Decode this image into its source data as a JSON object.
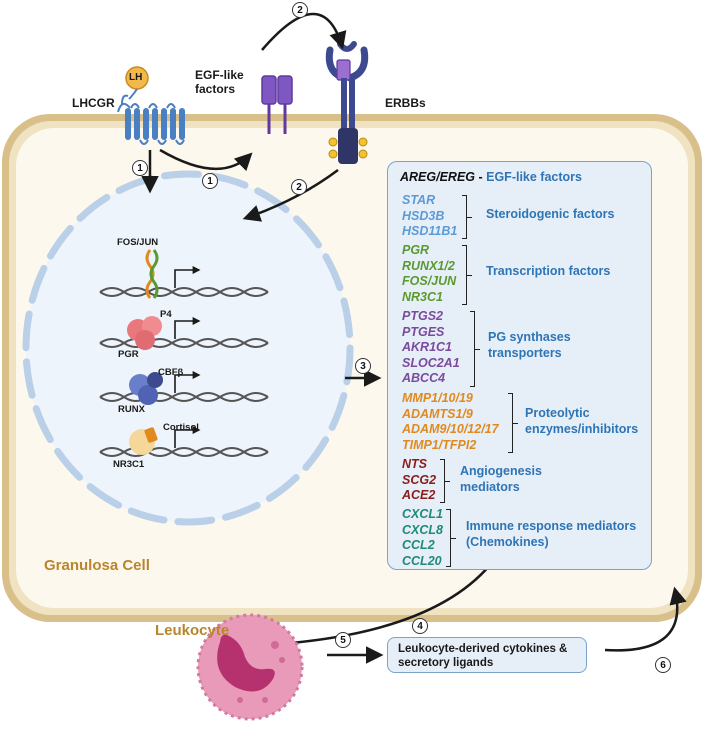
{
  "labels": {
    "lh": "LH",
    "lhcgr": "LHCGR",
    "egf_like": "EGF-like\nfactors",
    "erbbs": "ERBBs",
    "granulosa_cell": "Granulosa Cell",
    "leukocyte": "Leukocyte",
    "fos_jun": "FOS/JUN",
    "p4": "P4",
    "pgr": "PGR",
    "cbfb": "CBFβ",
    "runx": "RUNX",
    "cortisol": "Cortisol",
    "nr3c1": "NR3C1"
  },
  "step_numbers": [
    "1",
    "1",
    "2",
    "2",
    "3",
    "4",
    "5",
    "6"
  ],
  "panel": {
    "header_italic": "AREG/EREG",
    "header_dash": " - ",
    "header_rest": "EGF-like factors",
    "groups": [
      {
        "genes": [
          "STAR",
          "HSD3B",
          "HSD11B1"
        ],
        "title": "Steroidogenic factors",
        "color": "#5b9bd5"
      },
      {
        "genes": [
          "PGR",
          "RUNX1/2",
          "FOS/JUN",
          "NR3C1"
        ],
        "title": "Transcription factors",
        "color": "#5a9a2e"
      },
      {
        "genes": [
          "PTGS2",
          "PTGES",
          "AKR1C1",
          "SLOC2A1",
          "ABCC4"
        ],
        "title": "PG synthases\ntransporters",
        "color": "#7a4a9c"
      },
      {
        "genes": [
          "MMP1/10/19",
          "ADAMTS1/9",
          "ADAM9/10/12/17",
          "TIMP1/TFPI2"
        ],
        "title": "Proteolytic\nenzymes/inhibitors",
        "color": "#e08a1e"
      },
      {
        "genes": [
          "NTS",
          "SCG2",
          "ACE2"
        ],
        "title": "Angiogenesis\nmediators",
        "color": "#8a1d1d"
      },
      {
        "genes": [
          "CXCL1",
          "CXCL8",
          "CCL2",
          "CCL20"
        ],
        "title": "Immune response mediators\n(Chemokines)",
        "color": "#1f8a7a"
      }
    ]
  },
  "cytokines_box": "Leukocyte-derived cytokines &\nsecretory ligands",
  "colors": {
    "cell_outer": "#d9c08a",
    "cell_inner": "#fdf8ee",
    "nucleus": "#eef4fb",
    "panel_fill": "#e6eef8",
    "title_blue": "#2e75b6",
    "leukocyte": "#e89ab8",
    "receptor_purple": "#7e57c2",
    "lhcgr_blue": "#4a7fc1"
  }
}
